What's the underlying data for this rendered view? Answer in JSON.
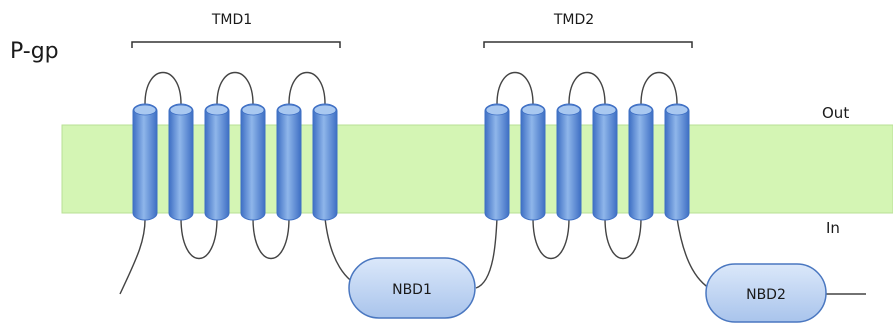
{
  "title": "P-gp",
  "domains": {
    "tmd1": "TMD1",
    "tmd2": "TMD2",
    "nbd1": "NBD1",
    "nbd2": "NBD2"
  },
  "sides": {
    "outside": "Out",
    "inside": "In"
  },
  "colors": {
    "membrane": "#d4f5b4",
    "helix_light": "#8fb6ea",
    "helix_dark": "#3e6fc4",
    "nbd_fill": "#c4d8f5",
    "nbd_stroke": "#4a77c0",
    "chain": "#444444"
  },
  "helix_count_per_tmd": 6
}
